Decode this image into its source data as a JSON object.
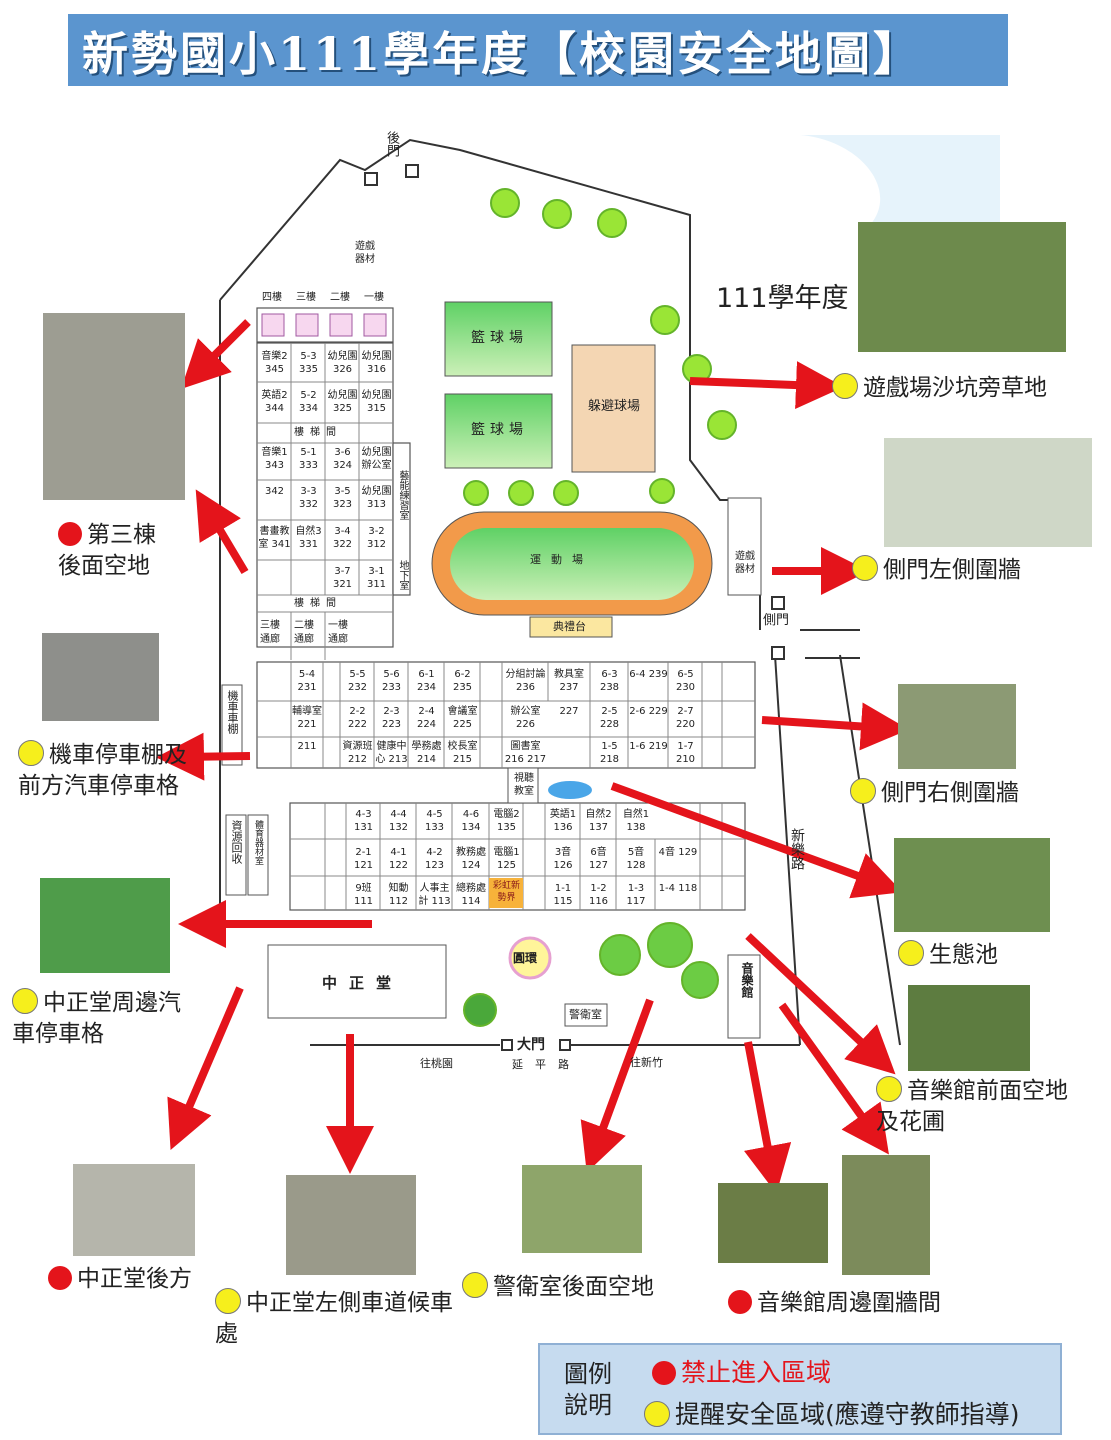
{
  "title": "新勢國小111學年度【校園安全地圖】",
  "year_label": "111學年度",
  "gates": {
    "back": "後門",
    "side": "側門",
    "main": "大門"
  },
  "roads": {
    "xinle": "新樂路",
    "yanping": "延平路",
    "to_taoyuan": "往桃園",
    "to_hsinchu": "往新竹"
  },
  "buildings": {
    "basketball_1": "籃球場",
    "basketball_2": "籃球場",
    "dodgeball": "躲避球場",
    "playground": "運動場",
    "stage": "典禮台",
    "zhongzheng": "中正堂",
    "music_hall": "音樂館",
    "guard": "警衛室",
    "plaza": "圓環",
    "play_equipment_1": "遊戲器材",
    "play_equipment_2": "遊戲器材",
    "moto_shed": "機車車棚",
    "recycle": "資源回收",
    "sports_storage": "體育器材室",
    "arts_room": "藝能練習室",
    "basement": "地下室",
    "av_room": "視聽教室",
    "rainbow": "彩虹新勢界"
  },
  "floor_header": [
    "四樓",
    "三樓",
    "二樓",
    "一樓"
  ],
  "building3_rows": [
    [
      "音樂2 345",
      "5-3 335",
      "幼兒園 326",
      "幼兒園 316"
    ],
    [
      "英語2 344",
      "5-2 334",
      "幼兒園 325",
      "幼兒園 315"
    ],
    [
      "音樂1 343",
      "5-1 333",
      "3-6 324",
      "幼兒園辦公室"
    ],
    [
      "342",
      "3-3 332",
      "3-5 323",
      "幼兒園 313"
    ],
    [
      "書畫教室 341",
      "自然3 331",
      "3-4 322",
      "3-2 312"
    ],
    [
      "",
      "",
      "3-7 321",
      "3-1 311"
    ]
  ],
  "stair": "樓梯間",
  "corridor": [
    "三樓通廊",
    "二樓通廊",
    "一樓通廊"
  ],
  "building2_rows": [
    [
      "5-4 231",
      "5-5 232",
      "5-6 233",
      "6-1 234",
      "6-2 235",
      "分組討論 236",
      "教具室 237",
      "6-3 238",
      "6-4 239",
      "6-5 230"
    ],
    [
      "輔導室 221",
      "2-2 222",
      "2-3 223",
      "2-4 224",
      "會議室 225",
      "辦公室 226",
      "227",
      "2-5 228",
      "2-6 229",
      "2-7 220"
    ],
    [
      "211",
      "資源班 212",
      "健康中心 213",
      "學務處 214",
      "校長室 215",
      "圖書室 216 217",
      "",
      "1-5 218",
      "1-6 219",
      "1-7 210"
    ]
  ],
  "building1_rows": [
    [
      "4-3 131",
      "4-4 132",
      "4-5 133",
      "4-6 134",
      "電腦2 135",
      "英語1 136",
      "自然2 137",
      "自然1 138"
    ],
    [
      "2-1 121",
      "4-1 122",
      "4-2 123",
      "教務處 124",
      "電腦1 125",
      "3音 126",
      "6音 127",
      "5音 128",
      "4音 129"
    ],
    [
      "9班 111",
      "知動 112",
      "人事主計 113",
      "總務處 114",
      "",
      "1-1 115",
      "1-2 116",
      "1-3 117",
      "1-4 118"
    ]
  ],
  "floors_side": [
    "三樓",
    "二樓",
    "一樓"
  ],
  "callouts": [
    {
      "id": "grass",
      "type": "yellow",
      "text": "遊戲場沙坑旁草地"
    },
    {
      "id": "side-left",
      "type": "yellow",
      "text": "側門左側圍牆"
    },
    {
      "id": "side-right",
      "type": "yellow",
      "text": "側門右側圍牆"
    },
    {
      "id": "eco-pond",
      "type": "yellow",
      "text": "生態池"
    },
    {
      "id": "music-front",
      "type": "yellow",
      "text": "音樂館前面空地及花圃"
    },
    {
      "id": "music-wall",
      "type": "red",
      "text": "音樂館周邊圍牆間"
    },
    {
      "id": "guard-back",
      "type": "yellow",
      "text": "警衛室後面空地"
    },
    {
      "id": "zz-left",
      "type": "yellow",
      "text": "中正堂左側車道候車處"
    },
    {
      "id": "zz-back",
      "type": "red",
      "text": "中正堂後方"
    },
    {
      "id": "zz-parking",
      "type": "yellow",
      "text": "中正堂周邊汽車停車格"
    },
    {
      "id": "moto",
      "type": "yellow",
      "text": "機車停車棚及前方汽車停車格"
    },
    {
      "id": "bldg3-back",
      "type": "red",
      "text": "第三棟後面空地"
    }
  ],
  "legend": {
    "title": "圖例說明",
    "forbidden": "禁止進入區域",
    "caution": "提醒安全區域(應遵守教師指導)"
  },
  "colors": {
    "title_bg": "#5b95cf",
    "red": "#e4141b",
    "yellow": "#f6ef1c",
    "legend_bg": "#c6dbef"
  }
}
